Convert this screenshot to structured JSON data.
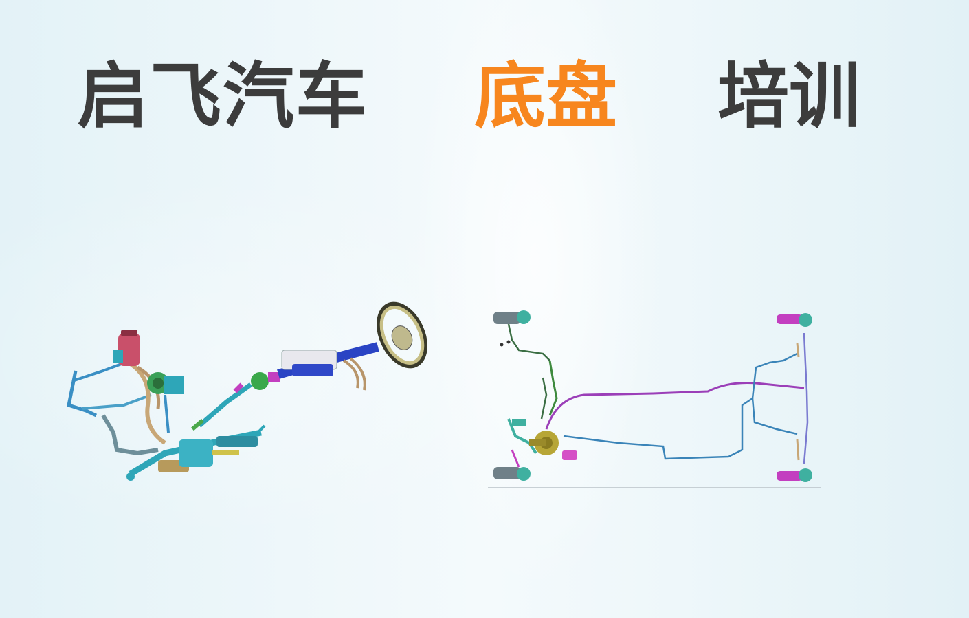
{
  "slide": {
    "title_part1": "启飞汽车",
    "title_part2": "底盘",
    "title_part3": "培训"
  },
  "colors": {
    "title_dark": "#3c3c3c",
    "title_accent": "#f7861e",
    "background": "#eaf5f9"
  },
  "icons": {
    "left_image": "steering-system-diagram-icon",
    "right_image": "brake-line-system-diagram-icon"
  }
}
